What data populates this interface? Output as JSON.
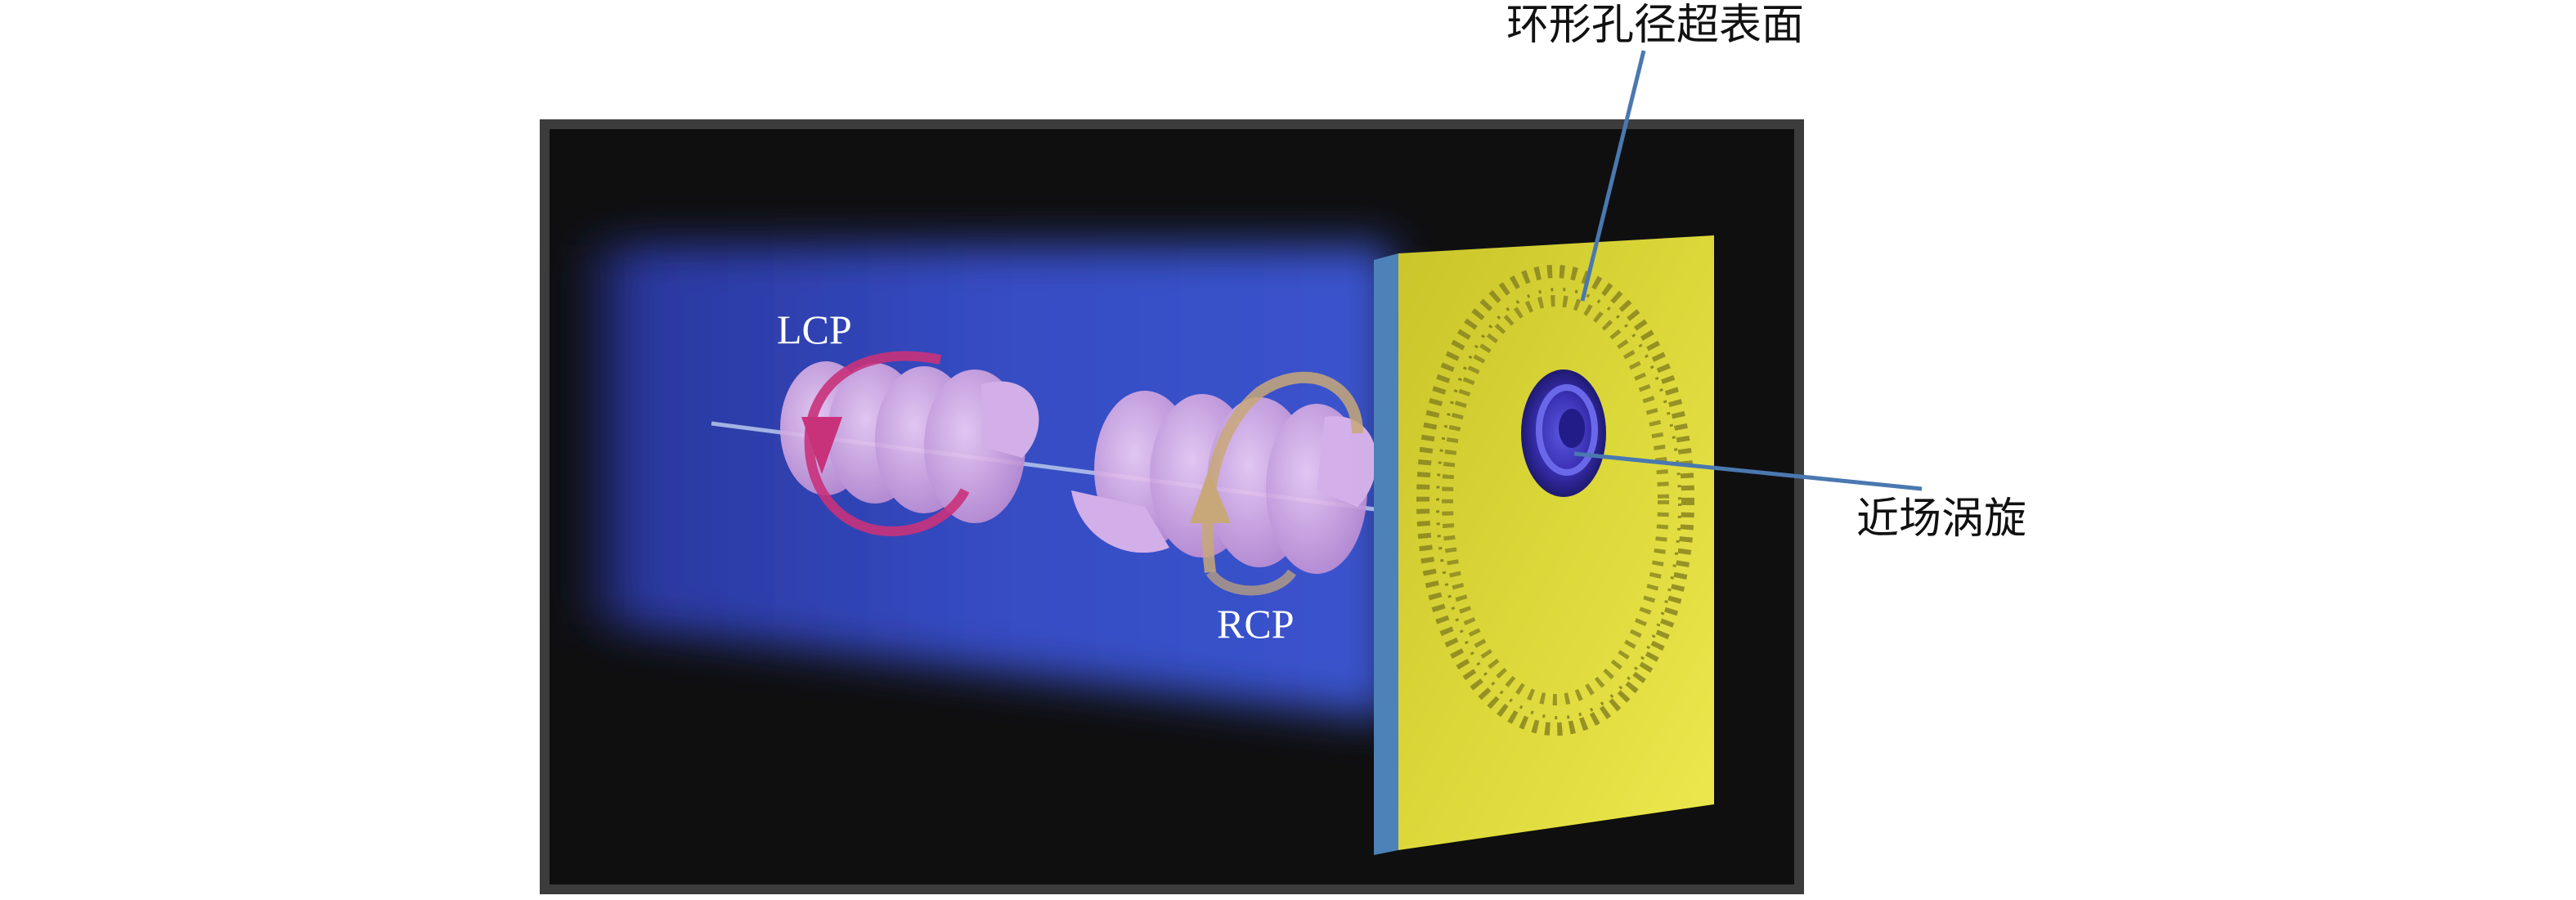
{
  "labels": {
    "lcp": "LCP",
    "rcp": "RCP",
    "metasurface": "环形孔径超表面",
    "near_field_vortex": "近场涡旋"
  },
  "colors": {
    "background": "#0f0f10",
    "frame": "#3a3a3a",
    "beam": "#3a55d6",
    "plate_face": "#e4e044",
    "plate_edge": "#4c82b8",
    "helix": "#d8a8e8",
    "lcp_arrow": "#c8327a",
    "rcp_arrow": "#c8a878",
    "vortex": "#3a32b8",
    "leader_line": "#4a78b0"
  }
}
